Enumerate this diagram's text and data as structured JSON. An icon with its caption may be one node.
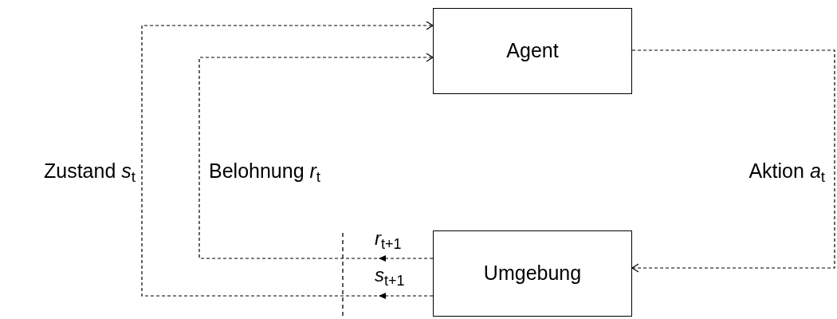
{
  "diagram": {
    "nodes": [
      {
        "text": [
          "Agent"
        ]
      },
      {
        "text": [
          "Umgebung"
        ]
      }
    ],
    "edges": [
      {
        "from": 1,
        "to": 0,
        "arrow": "to",
        "label": "Zustand *s*$_{t}$",
        "style": "dashed"
      },
      {
        "from": 1,
        "to": 0,
        "arrow": "to",
        "label": "Belohnung *r*$_{t}$",
        "style": "dashed"
      },
      {
        "from": 0,
        "to": 1,
        "arrow": "to",
        "label": "Aktion *a*$_{t}$",
        "style": "dashed"
      }
    ],
    "labels": [
      "*r*$_{t+1}$",
      "*s*$_{t+1}$"
    ]
  }
}
